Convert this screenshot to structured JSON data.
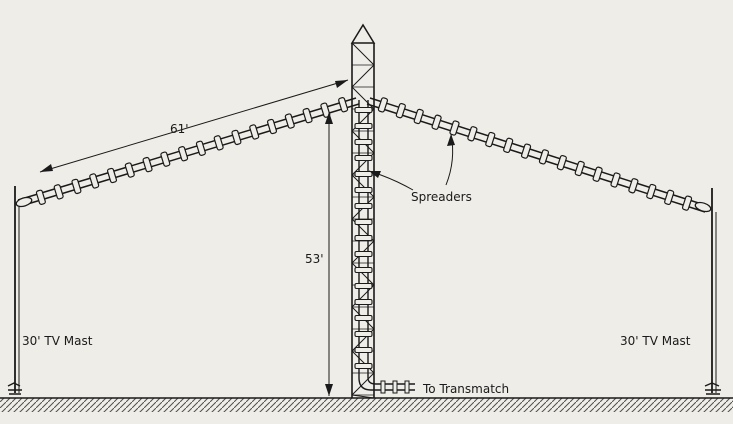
{
  "labels": {
    "span": "61'",
    "height": "53'",
    "spreaders": "Spreaders",
    "mast_left": "30' TV Mast",
    "mast_right": "30' TV Mast",
    "feed": "To Transmatch"
  },
  "colors": {
    "paper": "#efede7",
    "ink": "#1a1a1a"
  }
}
